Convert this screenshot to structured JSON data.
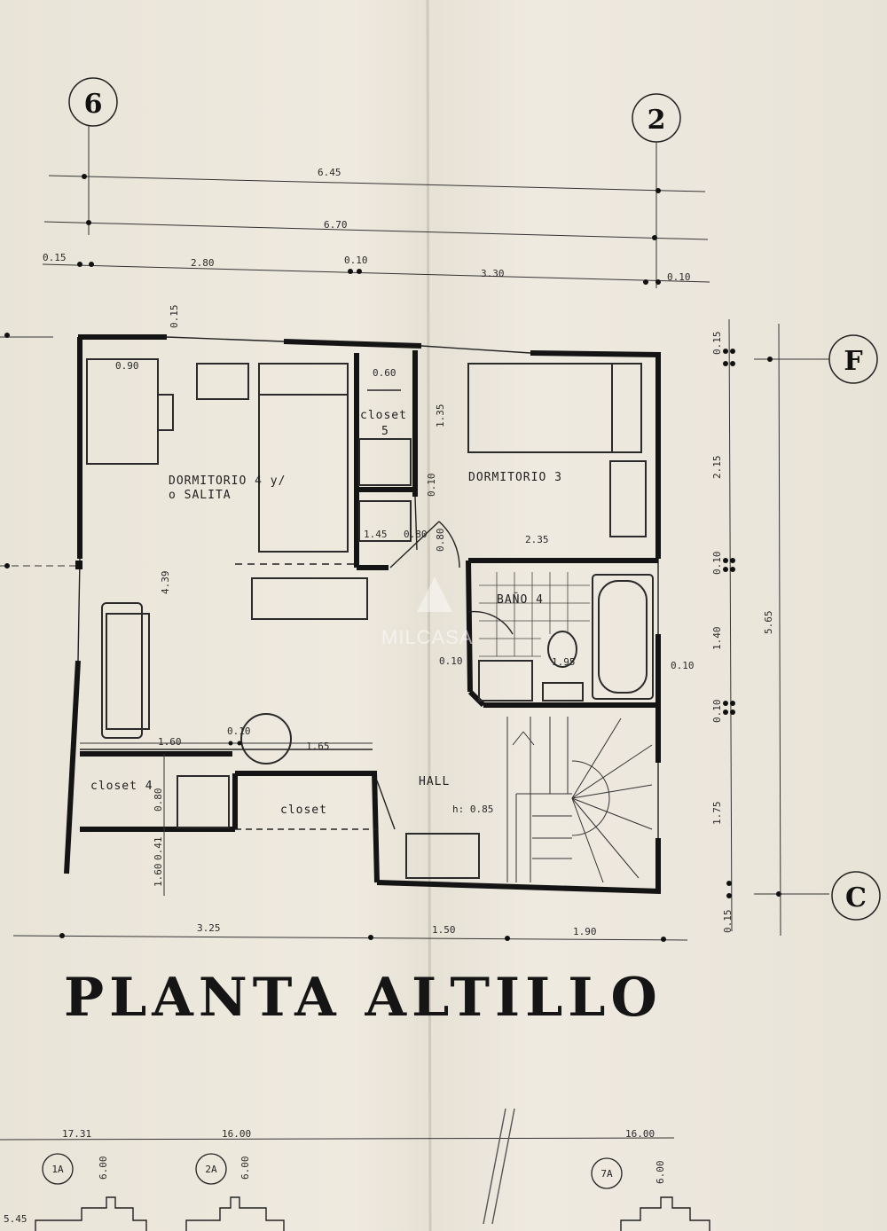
{
  "title": "PLANTA ALTILLO",
  "watermark": "MILCASA",
  "axes": {
    "top_left": "6",
    "top_right": "2",
    "right_top": "F",
    "right_bottom": "C",
    "bottom_1": "1A",
    "bottom_2": "2A",
    "bottom_3": "7A"
  },
  "rooms": {
    "dormitorio4_line1": "DORMITORIO 4 y/",
    "dormitorio4_line2": "o SALITA",
    "dormitorio3": "DORMITORIO 3",
    "closet5_line1": "closet",
    "closet5_line2": "5",
    "bano4": "BAÑO 4",
    "hall": "HALL",
    "closet4": "closet 4",
    "closet": "closet",
    "hall_height": "h: 0.85"
  },
  "dims_top": {
    "total_1": "6.45",
    "total_2": "6.70",
    "a": "0.15",
    "b": "2.80",
    "c": "0.10",
    "d": "3.30",
    "e": "0.10"
  },
  "dims_right": {
    "r1": "0.15",
    "r2": "2.15",
    "r3": "0.10",
    "r4": "1.40",
    "r5": "0.10",
    "r6": "1.75",
    "r7": "0.15",
    "total": "5.65"
  },
  "dims_bottom": {
    "b1": "3.25",
    "b2": "1.50",
    "b3": "1.90"
  },
  "dims_inner": {
    "i1": "0.15",
    "i2": "0.90",
    "i3": "0.60",
    "i4": "1.35",
    "i5": "0.10",
    "i6": "1.45",
    "i7": "0.80",
    "i8": "0.80",
    "i9": "2.35",
    "i10": "4.39",
    "i11": "0.10",
    "i12": "1.95",
    "i13": "0.10",
    "i14": "1.60",
    "i15": "0.10",
    "i16": "1.65",
    "i17": "0.80",
    "i18": "0.41",
    "i19": "1.60"
  },
  "dims_footer": {
    "f1": "17.31",
    "f2": "16.00",
    "f3": "6.00",
    "f4": "6.00",
    "f5": "6.00",
    "f6": "16.00",
    "f7": "5.45"
  }
}
